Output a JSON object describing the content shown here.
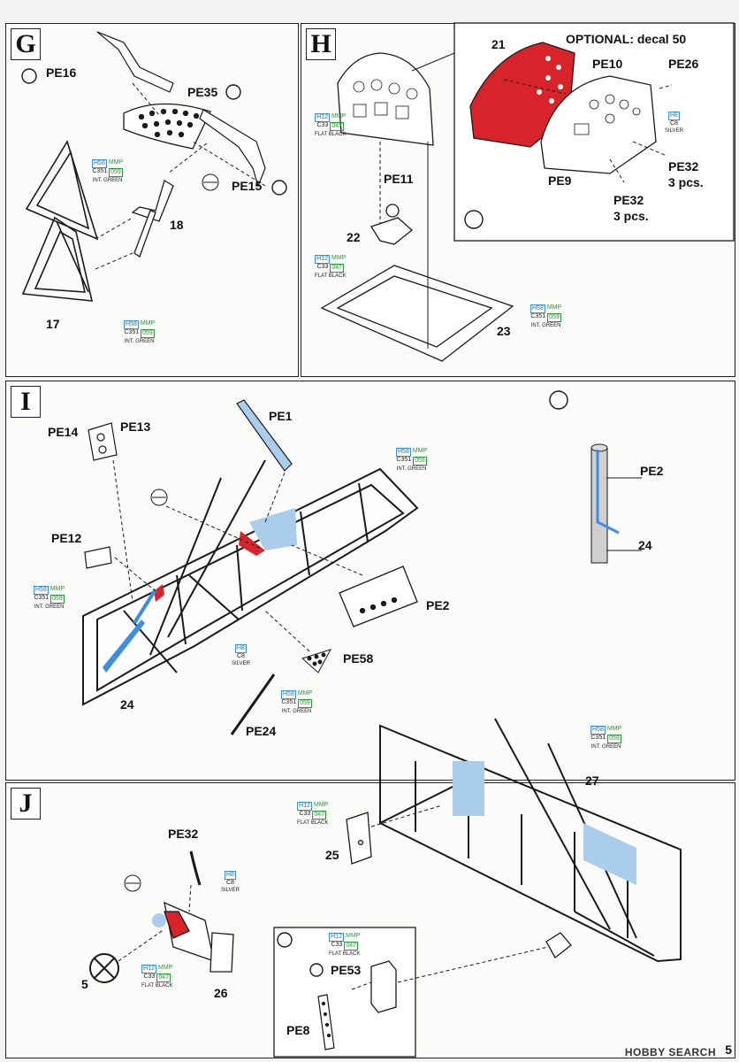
{
  "steps": {
    "g": {
      "letter": "G"
    },
    "h": {
      "letter": "H"
    },
    "i": {
      "letter": "I"
    },
    "j": {
      "letter": "J"
    }
  },
  "labels": {
    "pe16": "PE16",
    "pe35": "PE35",
    "pe15": "PE15",
    "p18": "18",
    "p17": "17",
    "optional": "OPTIONAL: decal 50",
    "p21": "21",
    "pe10": "PE10",
    "pe26": "PE26",
    "pe32a": "PE32",
    "pe32a_qty": "3 pcs.",
    "pe9": "PE9",
    "pe32b": "PE32",
    "pe32b_qty": "3 pcs.",
    "pe11": "PE11",
    "p22": "22",
    "p23": "23",
    "pe14": "PE14",
    "pe13": "PE13",
    "pe1": "PE1",
    "pe2_detail": "PE2",
    "p24_detail": "24",
    "pe12": "PE12",
    "pe2": "PE2",
    "pe58": "PE58",
    "p24": "24",
    "pe24": "PE24",
    "p27": "27",
    "pe32c": "PE32",
    "p25": "25",
    "p5": "5",
    "p26": "26",
    "pe53": "PE53",
    "pe8": "PE8"
  },
  "paints": {
    "int_green": {
      "h": "H58",
      "m": "MMP",
      "c": "C351",
      "g": "059",
      "name": "INT. GREEN"
    },
    "flat_black": {
      "h": "H12",
      "m": "MMP",
      "c": "C33",
      "g": "047",
      "name": "FLAT BLACK"
    },
    "silver": {
      "h": "H8",
      "c": "C8",
      "name": "SILVER"
    },
    "silver2": {
      "h": "H8",
      "c": "C8",
      "name": "SILVER"
    }
  },
  "footer": {
    "page": "5",
    "watermark": "HOBBY SEARCH"
  },
  "colors": {
    "red": "#d8232a",
    "blue": "#a9cdea",
    "line": "#1a1a1a"
  }
}
